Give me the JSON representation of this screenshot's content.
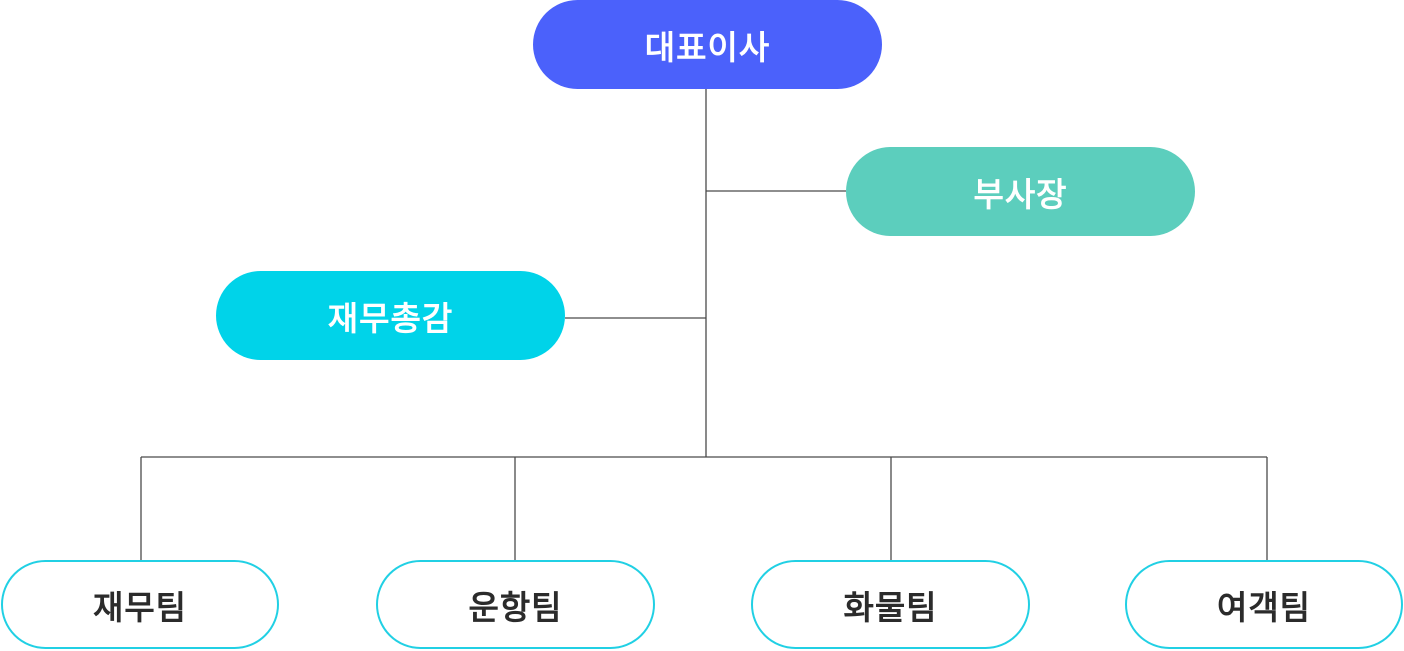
{
  "org_chart": {
    "ceo": {
      "label": "대표이사",
      "color": "#4b61fb"
    },
    "vice_president": {
      "label": "부사장",
      "color": "#5ccebd"
    },
    "cfo": {
      "label": "재무총감",
      "color": "#00d3e9"
    },
    "teams": [
      {
        "label": "재무팀"
      },
      {
        "label": "운항팀"
      },
      {
        "label": "화물팀"
      },
      {
        "label": "여객팀"
      }
    ],
    "team_border_color": "#21d0e4",
    "connector_color": "#4a4a4a"
  }
}
